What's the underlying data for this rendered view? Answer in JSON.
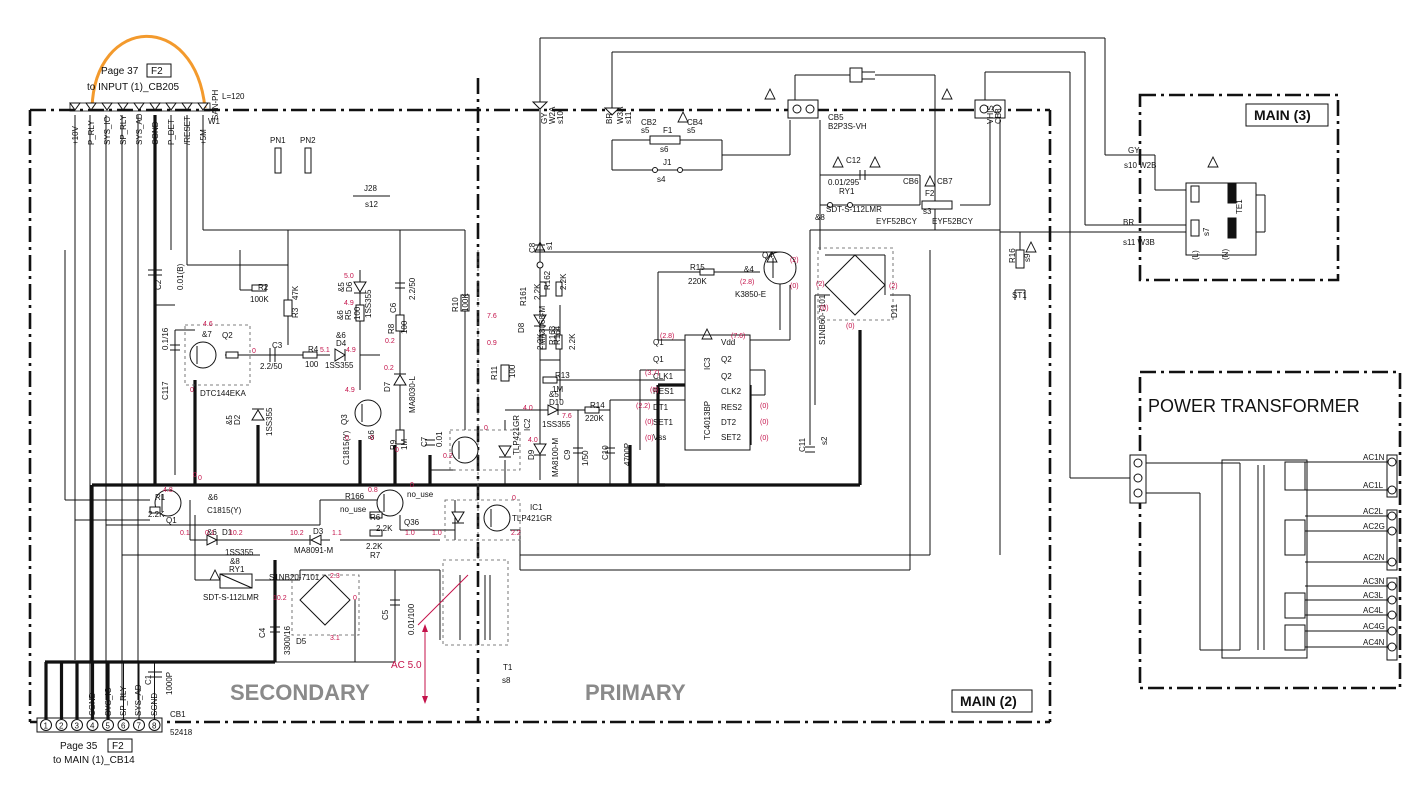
{
  "connectors": {
    "top": {
      "page": "Page 37",
      "ref": "F2",
      "target": "to INPUT (1)_CB205",
      "length_note": "L=120",
      "pins": [
        "+10V",
        "P_RLY",
        "SYS_IO",
        "SP_RLY",
        "SYS_AD",
        "CGND",
        "P_DET",
        "/RESET",
        "+5M"
      ],
      "wire": "W1",
      "type": "SAN-PH"
    },
    "bottom": {
      "page": "Page 35",
      "ref": "F2",
      "target": "to MAIN (1)_CB14",
      "name": "CB1",
      "part": "52418",
      "pin_numbers": [
        "1",
        "2",
        "3",
        "4",
        "5",
        "6",
        "7",
        "8"
      ],
      "pins": [
        "CGND",
        "SYS_IO",
        "SP_RLY",
        "SYS_AD",
        "SGND"
      ]
    }
  },
  "zones": {
    "secondary": "SECONDARY",
    "primary": "PRIMARY",
    "main2": "MAIN (2)",
    "main3": "MAIN (3)",
    "power_transformer": "POWER TRANSFORMER"
  },
  "transformer_pins": [
    "AC1N",
    "AC1L",
    "AC2L",
    "AC2G",
    "AC2N",
    "AC3N",
    "AC3L",
    "AC4L",
    "AC4G",
    "AC4N"
  ],
  "labels": {
    "pn1": "PN1",
    "pn2": "PN2",
    "j28": "J28",
    "s12": "s12",
    "c2": "C2",
    "c2v": "0.01(B)",
    "r2": "R2",
    "r2v": "100K",
    "r3": "R3",
    "r3v": "47K",
    "q2": "Q2",
    "q2n": "&7",
    "q2p": "DTC144EKA",
    "c117": "C117",
    "c117v": "0.1/16",
    "c3": "C3",
    "c3v": "2.2/50",
    "r4": "R4",
    "r4v": "100",
    "d4": "D4",
    "d4n": "&6",
    "d4p": "1SS355",
    "r5": "R5",
    "r5v": "100",
    "r5p": "&6",
    "d6": "D6",
    "d6n": "&5",
    "d6p": "1SS355",
    "c6": "C6",
    "c6v": "2.2/50",
    "r8": "R8",
    "r8v": "100",
    "d7": "D7",
    "d7p": "MA8030-L",
    "d2": "D2",
    "d2n": "&5",
    "d2p": "1SS355",
    "q3": "Q3",
    "q3n": "&6",
    "q3p": "C1815(Y)",
    "r9": "R9",
    "r9v": "1M",
    "c7": "C7",
    "c7v": "0.01",
    "r10": "R10",
    "r10v": "100K",
    "q1": "Q1",
    "q1n": "&6",
    "q1p": "C1815(Y)",
    "r1": "R1",
    "r1v": "2.2K",
    "d1": "D1",
    "d1n": "&6",
    "d1p": "1SS355",
    "d3": "D3",
    "d3p": "MA8091-M",
    "r166": "R166",
    "r166v": "no_use",
    "q36": "Q36",
    "q36v": "no_use",
    "r6": "R6",
    "r6v": "2.2K",
    "r7": "R7",
    "r7v": "2.2K",
    "ry1": "RY1",
    "ry1n": "&8",
    "ry1p": "SDT-S-112LMR",
    "d5": "D5",
    "d5p": "S1NB20-7101",
    "c4": "C4",
    "c4v": "3300/16",
    "c5": "C5",
    "c5v": "0.01/100",
    "ac50": "AC 5.0",
    "c1": "C1",
    "c1v": "1000P",
    "t1": "T1",
    "s8": "s8",
    "ic1": "IC1",
    "ic1p": "TLP421GR",
    "ic2": "IC2",
    "ic2p": "TLP421GR",
    "r11": "R11",
    "r11v": "100",
    "c8": "C8",
    "s1": "s1",
    "r161": "R161",
    "r161v": "2.2K",
    "r162": "R162",
    "r162v": "2.2K",
    "r163": "R163",
    "r163v": "2.2K",
    "r164": "R164",
    "r164v": "2.2K",
    "d8": "D8",
    "d8p": "MA8068-M",
    "d9": "D9",
    "d9p": "MA8100-M",
    "r13": "R13",
    "r13v": "1M",
    "r14": "R14",
    "r14v": "220K",
    "d10": "D10",
    "d10n": "&5",
    "d10p": "1SS355",
    "c9": "C9",
    "c9v": "1/50",
    "c10": "C10",
    "c10v": "4700P",
    "ic3": "IC3",
    "ic3p": "TC4013BP",
    "ic3_pins_left": [
      "Q1",
      "Q1",
      "CLK1",
      "RES1",
      "DT1",
      "SET1",
      "Vss"
    ],
    "ic3_pins_right": [
      "Vdd",
      "Q2",
      "Q2",
      "CLK2",
      "RES2",
      "DT2",
      "SET2"
    ],
    "r15": "R15",
    "r15v": "220K",
    "q4": "Q4",
    "q4n": "&4",
    "q4p": "K3850-E",
    "d11": "D11",
    "d11p": "S1NB60-7101",
    "c11": "C11",
    "s2": "s2",
    "w2a": "W2A",
    "s10a": "s10",
    "gy": "GY",
    "br": "BR",
    "w3a": "W3A",
    "s11a": "s11",
    "cb2": "CB2",
    "cb2s": "s5",
    "cb4": "CB4",
    "cb4s": "s5",
    "f1": "F1",
    "f1s": "s6",
    "j1": "J1",
    "j1s": "s4",
    "cb5": "CB5",
    "cb5p": "B2P3S-VH",
    "c12": "C12",
    "c12v": "0.01/295",
    "ry1b": "RY1",
    "ry1bn": "&8",
    "ry1bp": "SDT-S-112LMR",
    "cb6": "CB6",
    "cb7": "CB7",
    "f2": "F2",
    "f2s": "s3",
    "f2p1": "EYF52BCY",
    "f2p2": "EYF52BCY",
    "cb8": "CB8",
    "vhis": "VHIS",
    "r16": "R16",
    "s9": "s9",
    "st1": "ST1",
    "te1": "TE1",
    "s7": "s7",
    "tel": "(L)",
    "ten": "(N)",
    "gy3": "GY",
    "s10w": "s10 W2B",
    "br3": "BR",
    "s11w": "s11 W3B"
  },
  "voltages": {
    "v46": "4.6",
    "v5a": "5.0",
    "v49a": "4.9",
    "v51": "5.1",
    "v49b": "4.9",
    "v0a": "0",
    "v0b": "0",
    "v0c": "0",
    "v02a": "0.2",
    "v02b": "0.2",
    "v49c": "4.9",
    "v0d": "0",
    "v0e": "0",
    "v0f": "0",
    "v48": "4.8",
    "v0g": "0",
    "v08": "0.8",
    "v0h": "0",
    "v01a": "0.1",
    "v01b": "0.1",
    "v102a": "10.2",
    "v102b": "10.2",
    "v11": "1.1",
    "v10": "1.0",
    "v102c": "10.2",
    "v23": "2.3",
    "v0i": "0",
    "v31": "3.1",
    "v02c": "0.2",
    "v10b": "1.0",
    "v22": "2.2",
    "v0j": "0",
    "v0k": "0",
    "v76": "7.6",
    "v09": "0.9",
    "v40a": "4.0",
    "v40b": "4.0",
    "v76b": "7.6",
    "v28a": "(2.8)",
    "v76c": "(7.6)",
    "v37": "(3.7)",
    "v0l": "(0)",
    "v22b": "(2.2)",
    "v0m": "(0)",
    "v0n": "(0)",
    "v0o": "(0)",
    "v0p": "(0)",
    "v0q": "(0)",
    "v28b": "(2.8)",
    "v2a": "(2)",
    "v0r": "(0)",
    "v2b": "(2)",
    "v2c": "(2)",
    "v0s": "(0)",
    "v0t": "(0)"
  }
}
